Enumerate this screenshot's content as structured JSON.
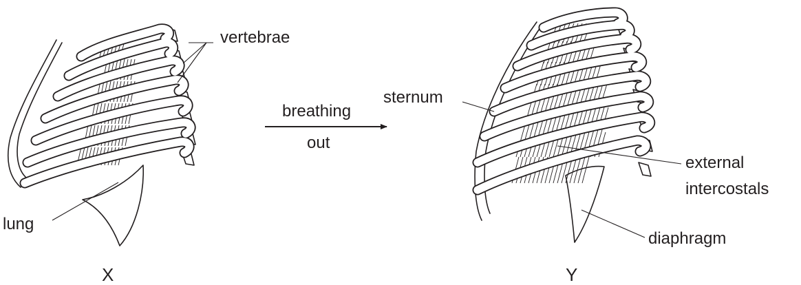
{
  "labels": {
    "vertebrae": "vertebrae",
    "lung": "lung",
    "breathing": "breathing",
    "out": "out",
    "sternum": "sternum",
    "external": "external",
    "intercostals": "intercostals",
    "diaphragm": "diaphragm"
  },
  "captions": {
    "left": "X",
    "right": "Y"
  },
  "colors": {
    "ink": "#231f20",
    "background": "#ffffff"
  }
}
